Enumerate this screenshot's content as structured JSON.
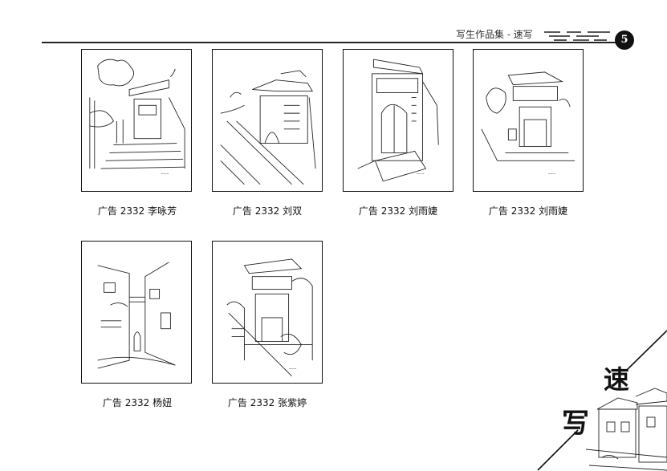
{
  "header": {
    "title": "写生作品集 - 速写",
    "page_number": "5"
  },
  "gallery": {
    "items": [
      {
        "caption": "广告 2332 李咏芳",
        "sketch": "alley-stairs-sketch"
      },
      {
        "caption": "广告 2332 刘双",
        "sketch": "river-street-sketch"
      },
      {
        "caption": "广告 2332 刘雨婕",
        "sketch": "arched-doorway-sketch"
      },
      {
        "caption": "广告 2332 刘雨婕",
        "sketch": "gatehouse-sketch"
      },
      {
        "caption": "广告 2332 杨妞",
        "sketch": "narrow-alley-sketch"
      },
      {
        "caption": "广告 2332 张紫婷",
        "sketch": "old-town-gate-sketch"
      }
    ]
  },
  "decoration": {
    "char_top": "速",
    "char_bottom": "写"
  }
}
